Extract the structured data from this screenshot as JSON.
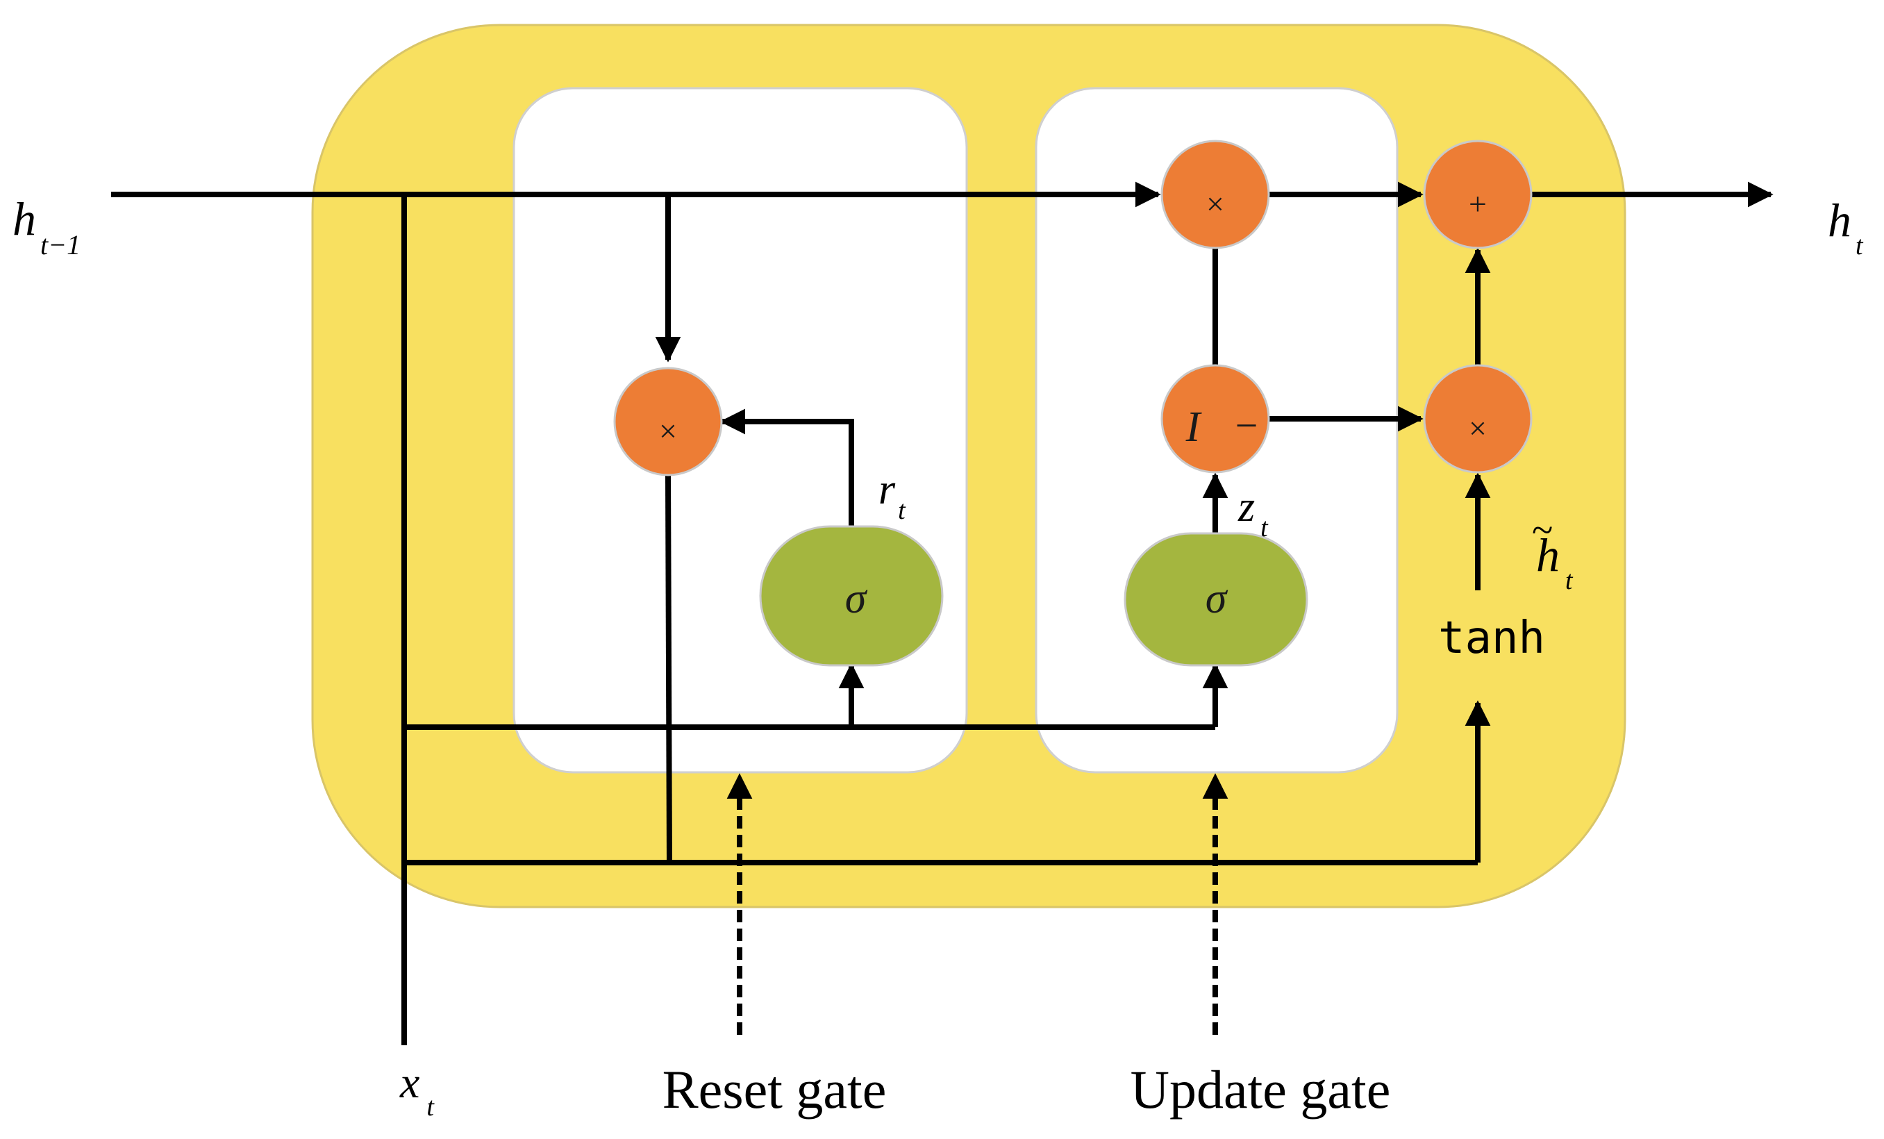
{
  "colors": {
    "outer_block": "#f8e060",
    "inner_box": "#ffffff",
    "multiply_node": "#ed7d35",
    "sigmoid_node": "#a4b63f",
    "line": "#000000"
  },
  "labels": {
    "h_prev": {
      "base": "h",
      "sub": "t−1"
    },
    "h_out": {
      "base": "h",
      "sub": "t"
    },
    "x_in": {
      "base": "x",
      "sub": "t"
    },
    "r_t": {
      "base": "r",
      "sub": "t"
    },
    "z_t": {
      "base": "z",
      "sub": "t"
    },
    "h_tilde": {
      "tilde": "~",
      "base": "h",
      "sub": "t"
    },
    "tanh": "tanh",
    "reset_gate": "Reset gate",
    "update_gate": "Update gate"
  },
  "nodes": {
    "reset_multiply": "×",
    "top_multiply": "×",
    "add": "+",
    "candidate_multiply": "×",
    "one_minus": {
      "one": "I",
      "minus": "−"
    },
    "reset_sigmoid": "σ",
    "update_sigmoid": "σ"
  }
}
